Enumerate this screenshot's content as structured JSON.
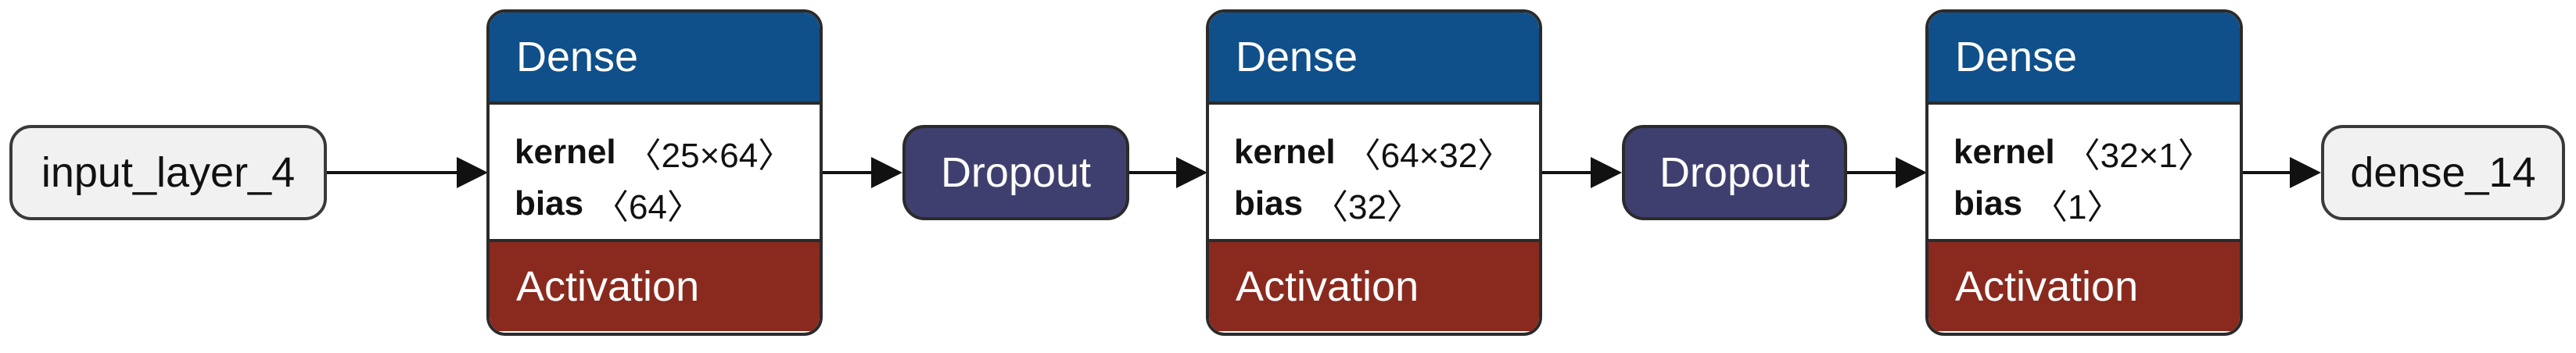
{
  "input_node": {
    "label": "input_layer_4"
  },
  "output_node": {
    "label": "dense_14"
  },
  "dropout_1": {
    "label": "Dropout"
  },
  "dropout_2": {
    "label": "Dropout"
  },
  "dense_1": {
    "header": "Dense",
    "kernel_name": "kernel",
    "kernel_shape": "〈25×64〉",
    "bias_name": "bias",
    "bias_shape": "〈64〉",
    "footer": "Activation"
  },
  "dense_2": {
    "header": "Dense",
    "kernel_name": "kernel",
    "kernel_shape": "〈64×32〉",
    "bias_name": "bias",
    "bias_shape": "〈32〉",
    "footer": "Activation"
  },
  "dense_3": {
    "header": "Dense",
    "kernel_name": "kernel",
    "kernel_shape": "〈32×1〉",
    "bias_name": "bias",
    "bias_shape": "〈1〉",
    "footer": "Activation"
  },
  "colors": {
    "dense_header": "#0f4f8a",
    "activation": "#8a2a1e",
    "dropout": "#3f3f6f",
    "io_fill": "#f1f1f1",
    "edge": "#111111"
  }
}
